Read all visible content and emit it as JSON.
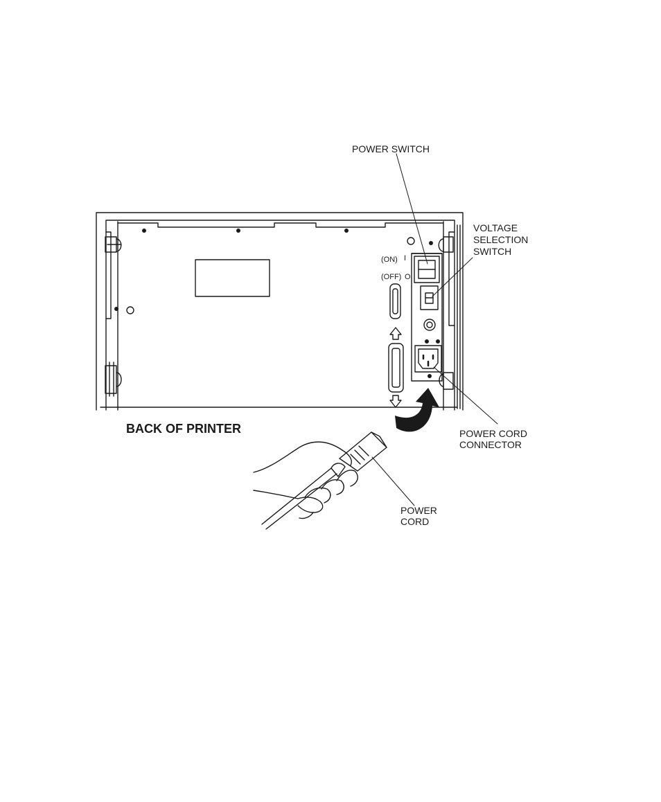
{
  "labels": {
    "power_switch": "POWER SWITCH",
    "voltage_line1": "VOLTAGE",
    "voltage_line2": "SELECTION",
    "voltage_line3": "SWITCH",
    "on": "(ON)",
    "on_mark": "I",
    "off": "(OFF)",
    "off_mark": "O",
    "back_of_printer": "BACK OF PRINTER",
    "connector_line1": "POWER CORD",
    "connector_line2": "CONNECTOR",
    "cord_line1": "POWER",
    "cord_line2": "CORD"
  },
  "colors": {
    "ink": "#1a1a1a",
    "paper": "#ffffff"
  }
}
